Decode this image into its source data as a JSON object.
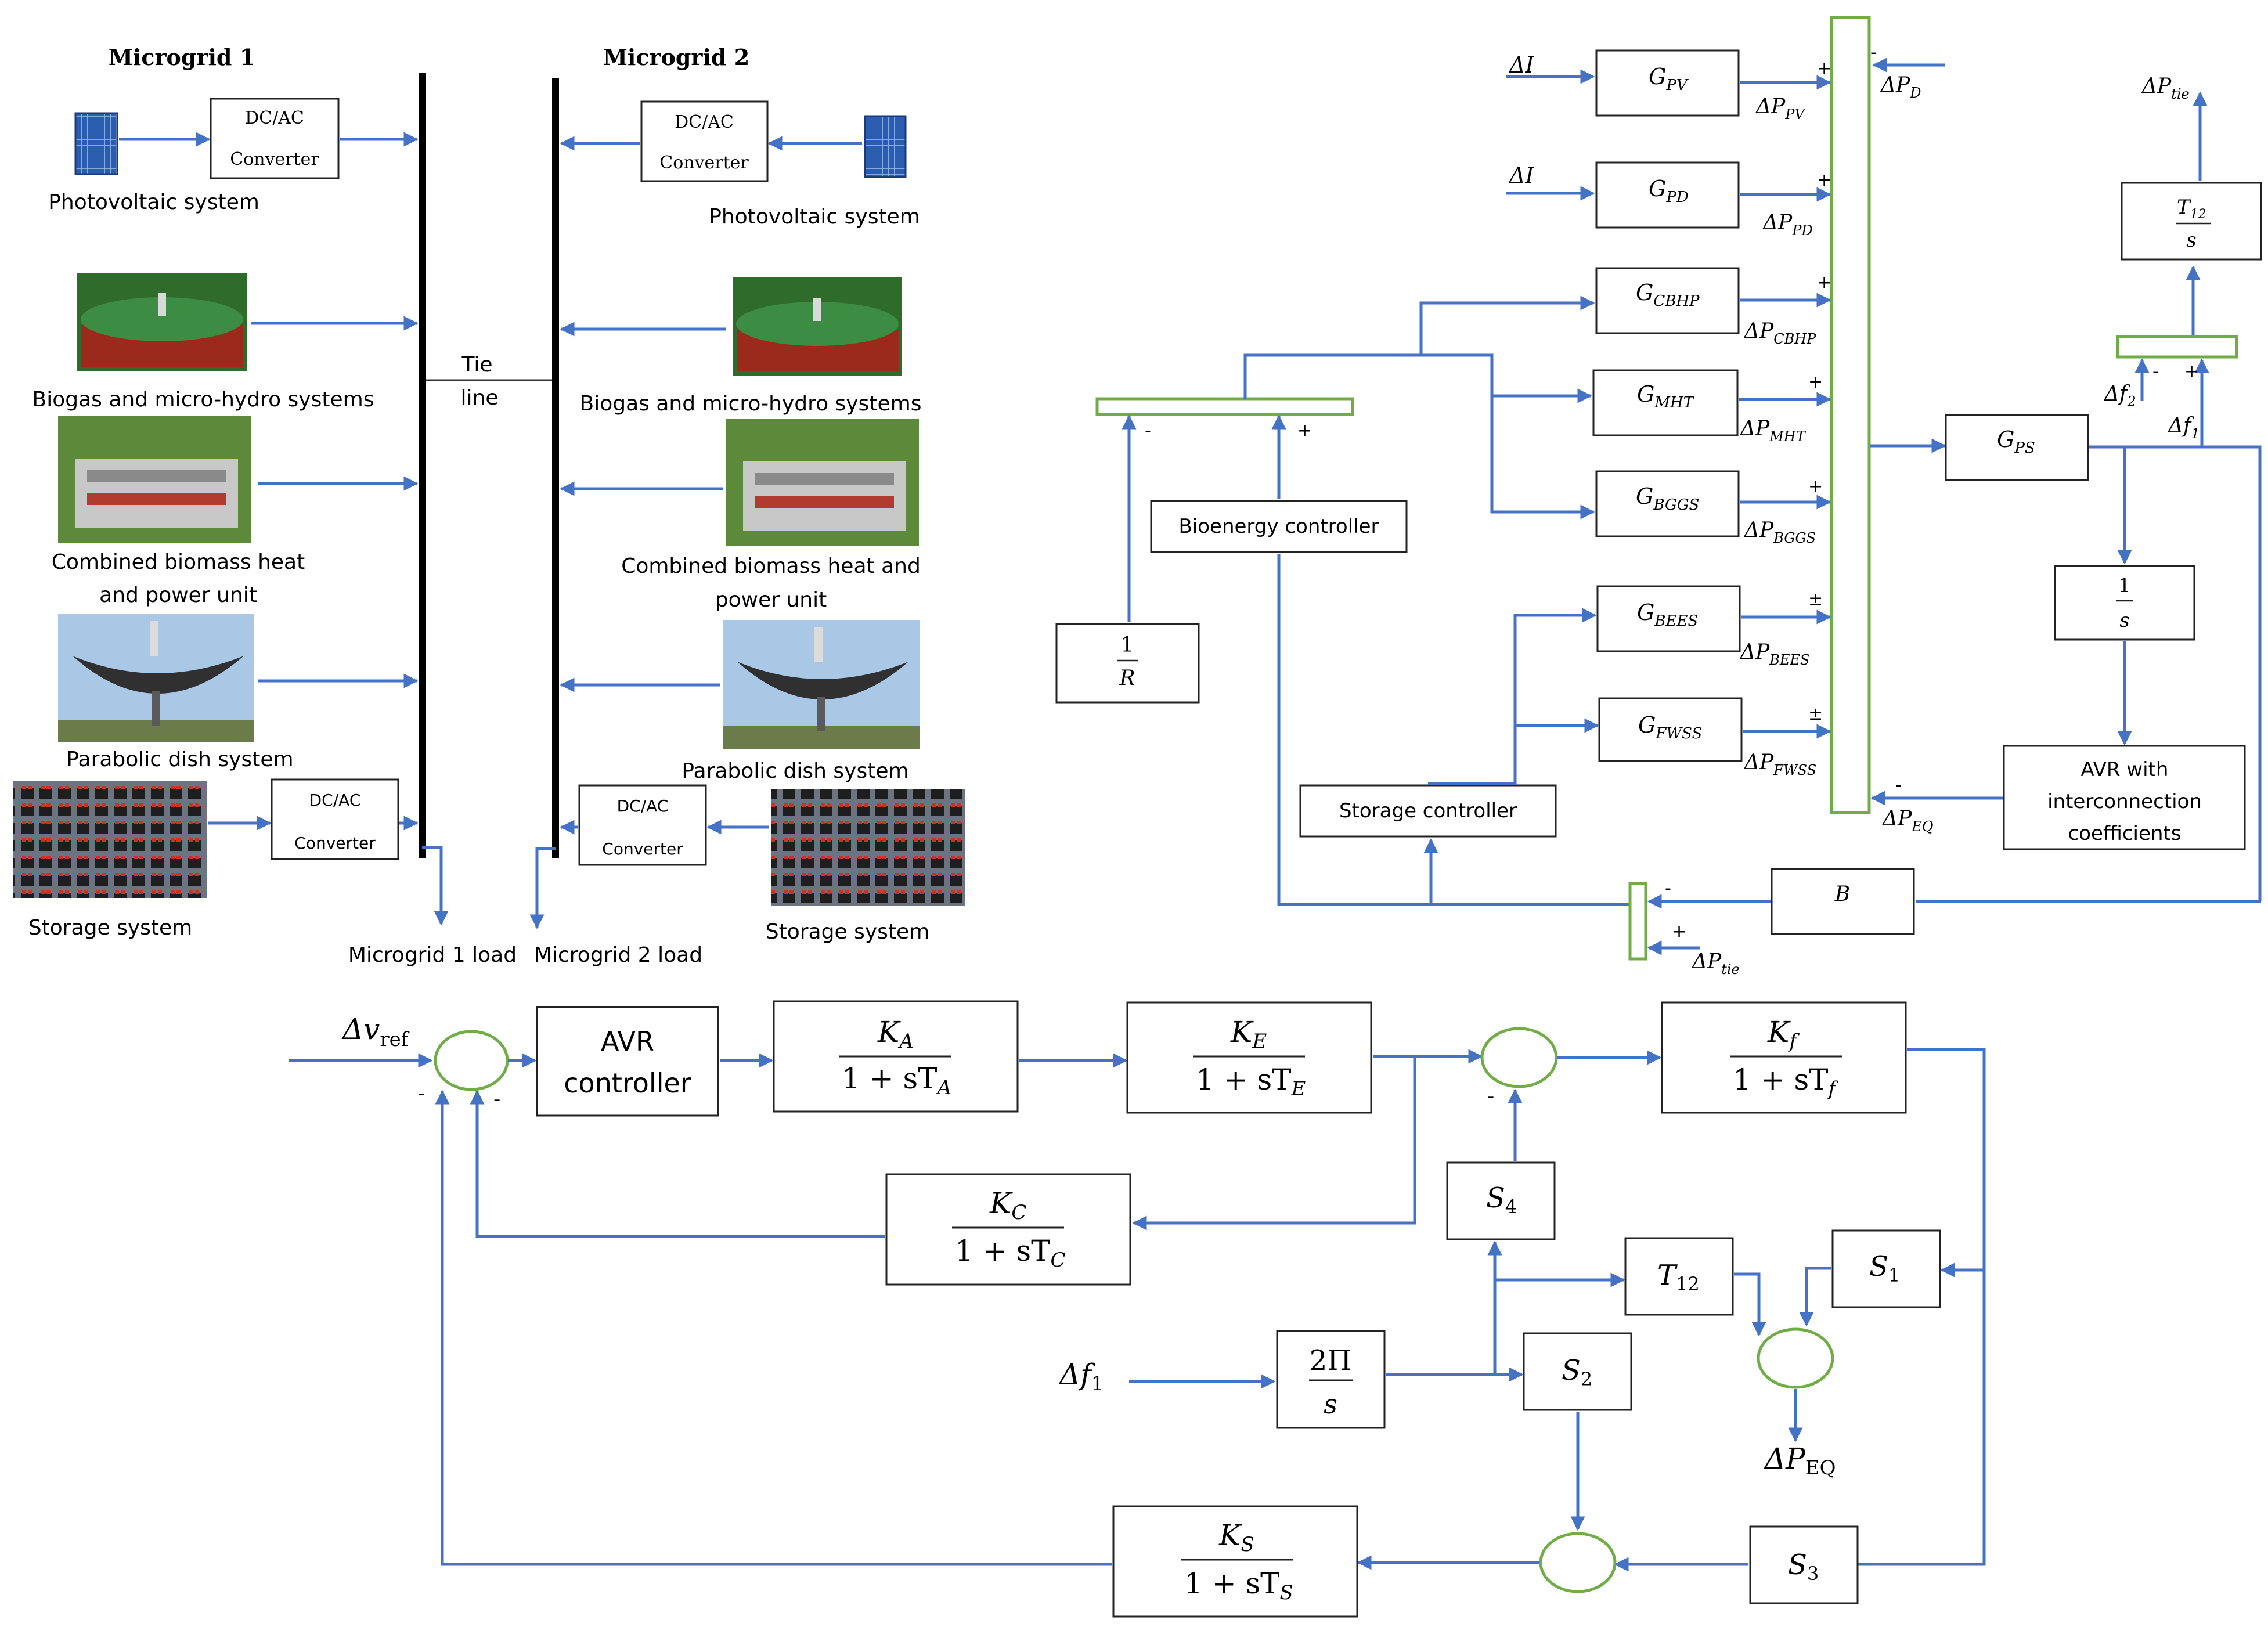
{
  "colors": {
    "wire": "#4472c4",
    "bus": "#70ad47",
    "box_stroke": "#222222",
    "busbar": "#000000"
  },
  "microgrid": {
    "mg1_title": "Microgrid 1",
    "mg2_title": "Microgrid 2",
    "tie_line_l1": "Tie",
    "tie_line_l2": "line",
    "converter_l1": "DC/AC",
    "converter_l2": "Converter",
    "pv": "Photovoltaic system",
    "biogas": "Biogas and micro-hydro systems",
    "cbhp_l1": "Combined biomass heat",
    "cbhp_l2": "and power unit",
    "cbhp2_l1": "Combined biomass heat and",
    "cbhp2_l2": "power unit",
    "dish": "Parabolic dish system",
    "storage": "Storage system",
    "load1": "Microgrid 1 load",
    "load2": "Microgrid 2 load",
    "photo_icons": [
      "solar-panel",
      "biogas-tank",
      "biomass-plant",
      "parabolic-dish",
      "battery-bank"
    ]
  },
  "lfc": {
    "delta_i": "ΔI",
    "g_pv": "PV",
    "g_pd": "PD",
    "g_cbhp": "CBHP",
    "g_mht": "MHT",
    "g_bggs": "BGGS",
    "g_bees": "BEES",
    "g_fwss": "FWSS",
    "g_ps": "PS",
    "sym_G": "G",
    "sym_dP": "ΔP",
    "sub_pv": "PV",
    "sub_pd": "PD",
    "sub_cbhp": "CBHP",
    "sub_mht": "MHT",
    "sub_bggs": "BGGS",
    "sub_bees": "BEES",
    "sub_fwss": "FWSS",
    "sub_d": "D",
    "sub_eq": "EQ",
    "sub_tie": "tie",
    "bioenergy_controller": "Bioenergy controller",
    "storage_controller": "Storage controller",
    "droop_num": "1",
    "droop_den": "R",
    "integ_num": "1",
    "integ_den": "s",
    "tie_num": "T",
    "tie_num_sub": "12",
    "tie_den": "s",
    "avr_l1": "AVR with",
    "avr_l2": "interconnection",
    "avr_l3": "coefficients",
    "bias": "B",
    "df": "Δf",
    "sub1": "1",
    "sub2": "2",
    "plus": "+",
    "minus": "-",
    "plusminus": "±"
  },
  "avr": {
    "dv_ref": "Δv",
    "dv_ref_sub": "ref",
    "avr_ctrl_l1": "AVR",
    "avr_ctrl_l2": "controller",
    "ka_num": "K",
    "ka_num_sub": "A",
    "ka_den": "1 + sT",
    "ka_den_sub": "A",
    "ke_num_sub": "E",
    "ke_den_sub": "E",
    "kf_num_sub": "f",
    "kf_den_sub": "f",
    "kc_num_sub": "C",
    "kc_den_sub": "C",
    "ks_num_sub": "S",
    "ks_den_sub": "S",
    "s_sym": "S",
    "s1": "1",
    "s2": "2",
    "s3": "3",
    "s4": "4",
    "t12": "T",
    "t12_sub": "12",
    "two_pi": "2Π",
    "two_pi_den": "s",
    "df1": "Δf",
    "df1_sub": "1",
    "dp_eq": "ΔP",
    "dp_eq_sub": "EQ",
    "minus": "-"
  }
}
